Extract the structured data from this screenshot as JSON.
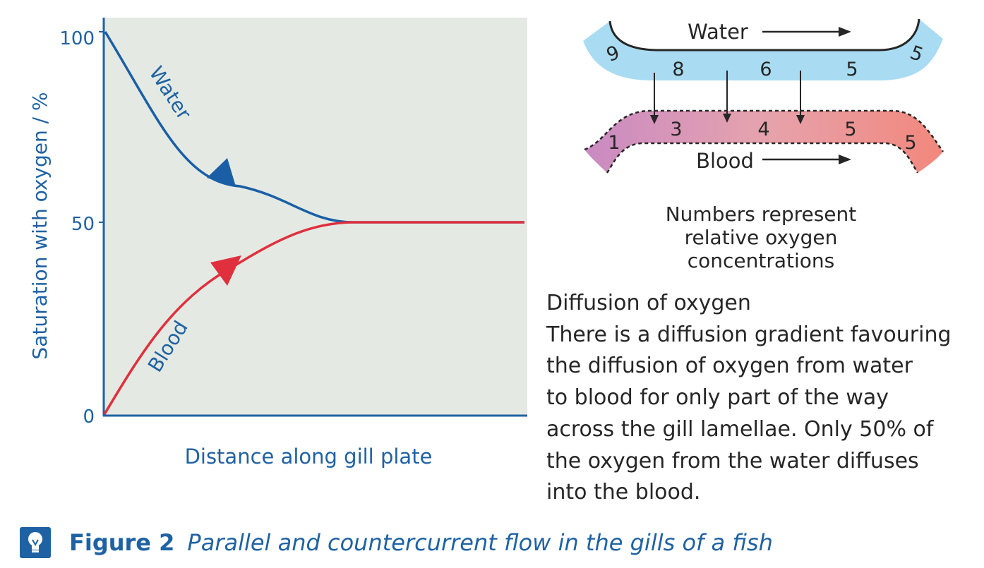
{
  "graph": {
    "y_axis_label": "Saturation with oxygen / %",
    "x_axis_label": "Distance along gill plate",
    "y_ticks": [
      "100",
      "50",
      "0"
    ],
    "water_label": "Water",
    "blood_label": "Blood",
    "colors": {
      "water": "#1a5fa6",
      "blood": "#e0303e",
      "background": "#e4eae3",
      "axis": "#1f62a3"
    }
  },
  "flow_diagram": {
    "water_label": "Water",
    "blood_label": "Blood",
    "water_values": [
      "9",
      "8",
      "6",
      "5",
      "5"
    ],
    "blood_values": [
      "1",
      "3",
      "4",
      "5",
      "5"
    ],
    "note": [
      "Numbers represent",
      "relative oxygen",
      "concentrations"
    ]
  },
  "description": {
    "heading": "Diffusion of oxygen",
    "lines": [
      "There is a diffusion gradient favouring",
      "the diffusion of oxygen from water",
      "to blood for only part of the way",
      "across the gill lamellae. Only 50% of",
      "the oxygen from the water diffuses",
      "into the blood."
    ]
  },
  "caption": {
    "icon": "lightbulb-icon",
    "label": "Figure 2",
    "title": "Parallel and countercurrent flow in the gills of a fish"
  }
}
